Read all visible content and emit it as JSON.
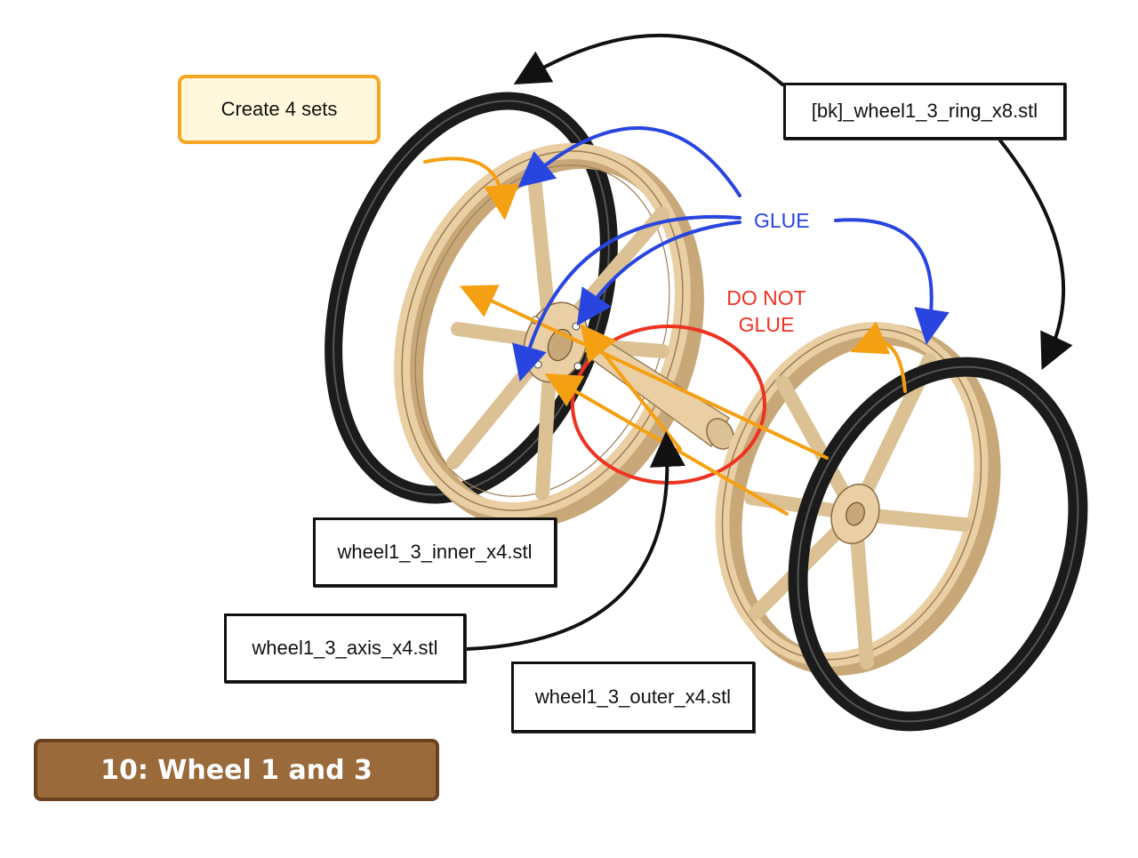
{
  "note": {
    "text": "Create 4 sets"
  },
  "labels": {
    "ring": "[bk]_wheel1_3_ring_x8.stl",
    "inner": "wheel1_3_inner_x4.stl",
    "axis": "wheel1_3_axis_x4.stl",
    "outer": "wheel1_3_outer_x4.stl"
  },
  "callouts": {
    "glue": "GLUE",
    "do_not_glue_line1": "DO NOT",
    "do_not_glue_line2": "GLUE"
  },
  "step": {
    "title": "10: Wheel 1 and 3"
  },
  "colors": {
    "wheel": "#e9cfa3",
    "wheel_edge": "#c8a878",
    "ring": "#1b1b1b",
    "glue": "#2845e0",
    "no_glue": "#ee3322",
    "assembly_arrow": "#f5a012",
    "banner": "#9a6a3a"
  }
}
